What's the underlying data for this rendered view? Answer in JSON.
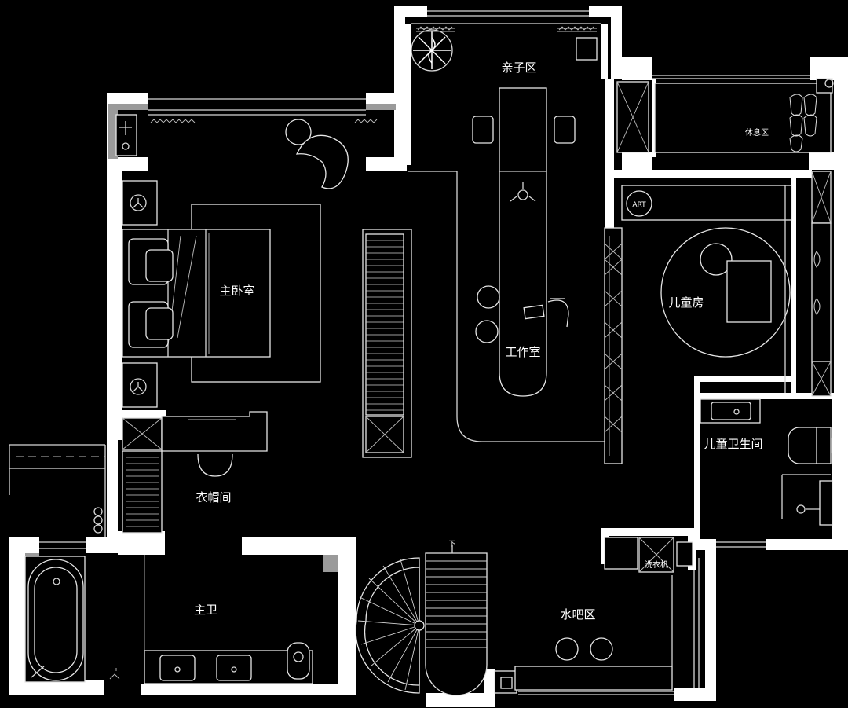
{
  "rooms": {
    "parent_child": "亲子区",
    "rest": "休息区",
    "master_bedroom": "主卧室",
    "study": "工作室",
    "kids_room": "儿童房",
    "kids_bath": "儿童卫生间",
    "closet": "衣帽间",
    "master_bath": "主卫",
    "water_bar": "水吧区"
  },
  "tags": {
    "art": "ART",
    "washer": "洗衣机",
    "stair_down": "下"
  },
  "colors": {
    "background": "#000000",
    "wall": "#ffffff",
    "wall_shade": "#9a9a9a",
    "line": "#d8d8d8"
  }
}
